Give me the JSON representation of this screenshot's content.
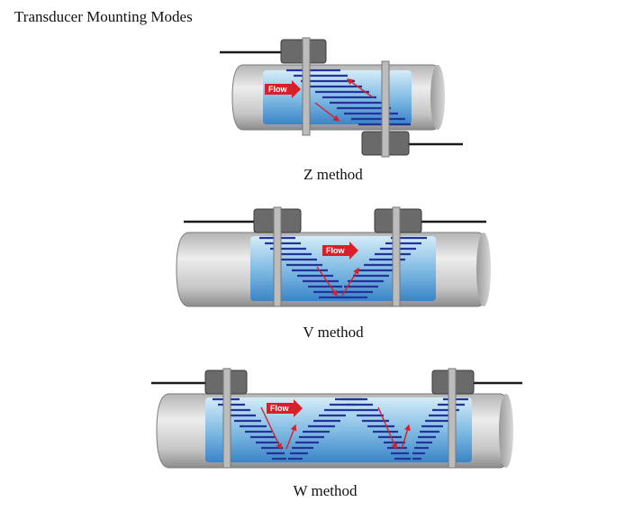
{
  "title": "Transducer Mounting Modes",
  "diagrams": [
    {
      "id": "z",
      "caption": "Z method",
      "flow_label": "Flow"
    },
    {
      "id": "v",
      "caption": "V method",
      "flow_label": "Flow"
    },
    {
      "id": "w",
      "caption": "W method",
      "flow_label": "Flow"
    }
  ],
  "colors": {
    "pipe_light": "#e4e4e4",
    "pipe_dark": "#8c8c8c",
    "window_light": "#d4ecf8",
    "window_dark": "#3a84c8",
    "wave": "#23339a",
    "arrow": "#d8202a",
    "transducer": "#6a6a6a",
    "cable": "#1a1a1a"
  }
}
